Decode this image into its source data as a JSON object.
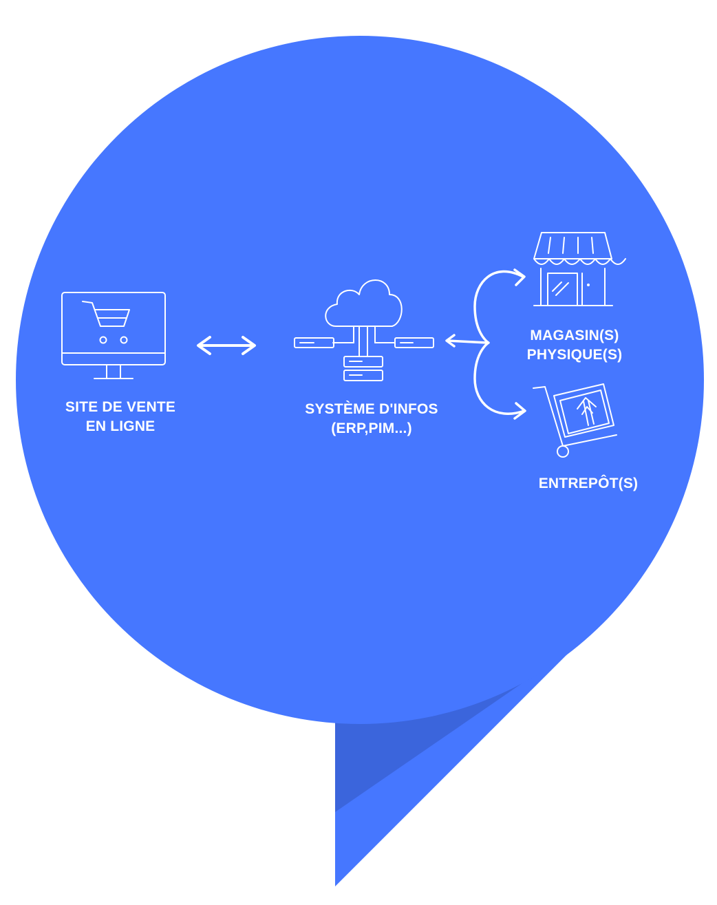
{
  "colors": {
    "bubble": "#4677FF",
    "tail_shadow": "#3A62D6",
    "tail_dark": "#3558C8",
    "icon_stroke": "#ffffff"
  },
  "nodes": {
    "site": {
      "icon": "monitor-shopping-cart-icon",
      "line1": "SITE DE VENTE",
      "line2": "EN LIGNE"
    },
    "system": {
      "icon": "cloud-server-icon",
      "line1": "SYSTÈME D'INFOS",
      "line2": "(ERP,PIM...)"
    },
    "store": {
      "icon": "storefront-icon",
      "line1": "MAGASIN(S)",
      "line2": "PHYSIQUE(S)"
    },
    "warehouse": {
      "icon": "hand-truck-box-icon",
      "line1": "ENTREPÔT(S)"
    }
  },
  "connectors": {
    "site_system": "double-arrow-icon",
    "system_branches": "curly-brace-arrows-icon"
  }
}
